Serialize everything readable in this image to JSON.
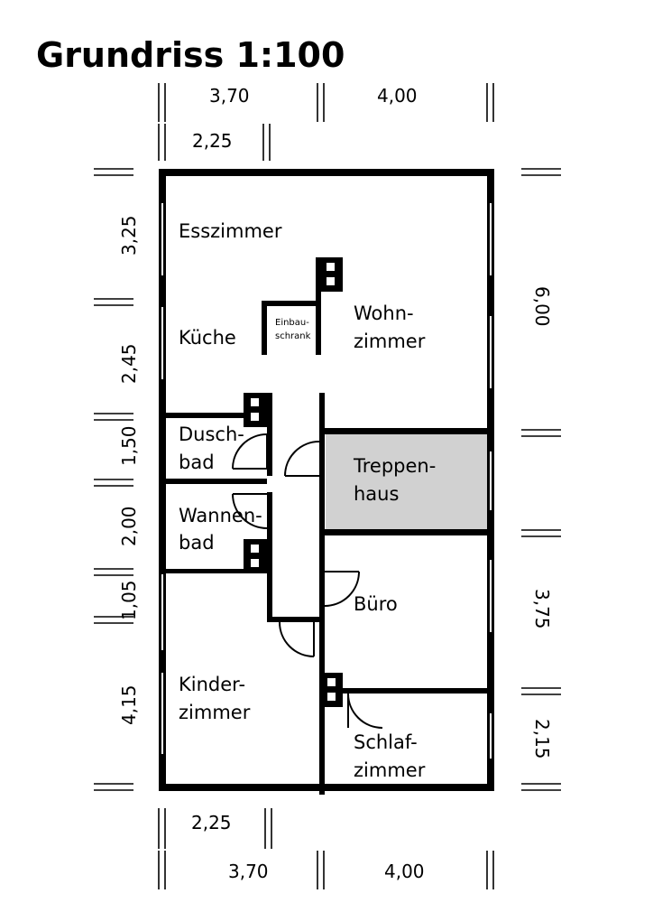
{
  "title": "Grundriss 1:100",
  "rooms": {
    "esszimmer": "Esszimmer",
    "kueche": "Küche",
    "einbau_1": "Einbau-",
    "einbau_2": "schrank",
    "wohn_1": "Wohn-",
    "wohn_2": "zimmer",
    "dusch_1": "Dusch-",
    "dusch_2": "bad",
    "treppen_1": "Treppen-",
    "treppen_2": "haus",
    "wannen_1": "Wannen-",
    "wannen_2": "bad",
    "buero": "Büro",
    "kinder_1": "Kinder-",
    "kinder_2": "zimmer",
    "schlaf_1": "Schlaf-",
    "schlaf_2": "zimmer"
  },
  "dimensions": {
    "top_left": "3,70",
    "top_right": "4,00",
    "top_inner": "2,25",
    "left": [
      "3,25",
      "2,45",
      "1,50",
      "2,00",
      "1,05",
      "4,15"
    ],
    "right_total": "6,00",
    "right_mid": "3,75",
    "right_low": "2,15",
    "bottom_inner": "2,25",
    "bottom_left": "3,70",
    "bottom_right": "4,00"
  },
  "colors": {
    "wall": "#000000",
    "stairwell_fill": "#d1d1d1"
  }
}
